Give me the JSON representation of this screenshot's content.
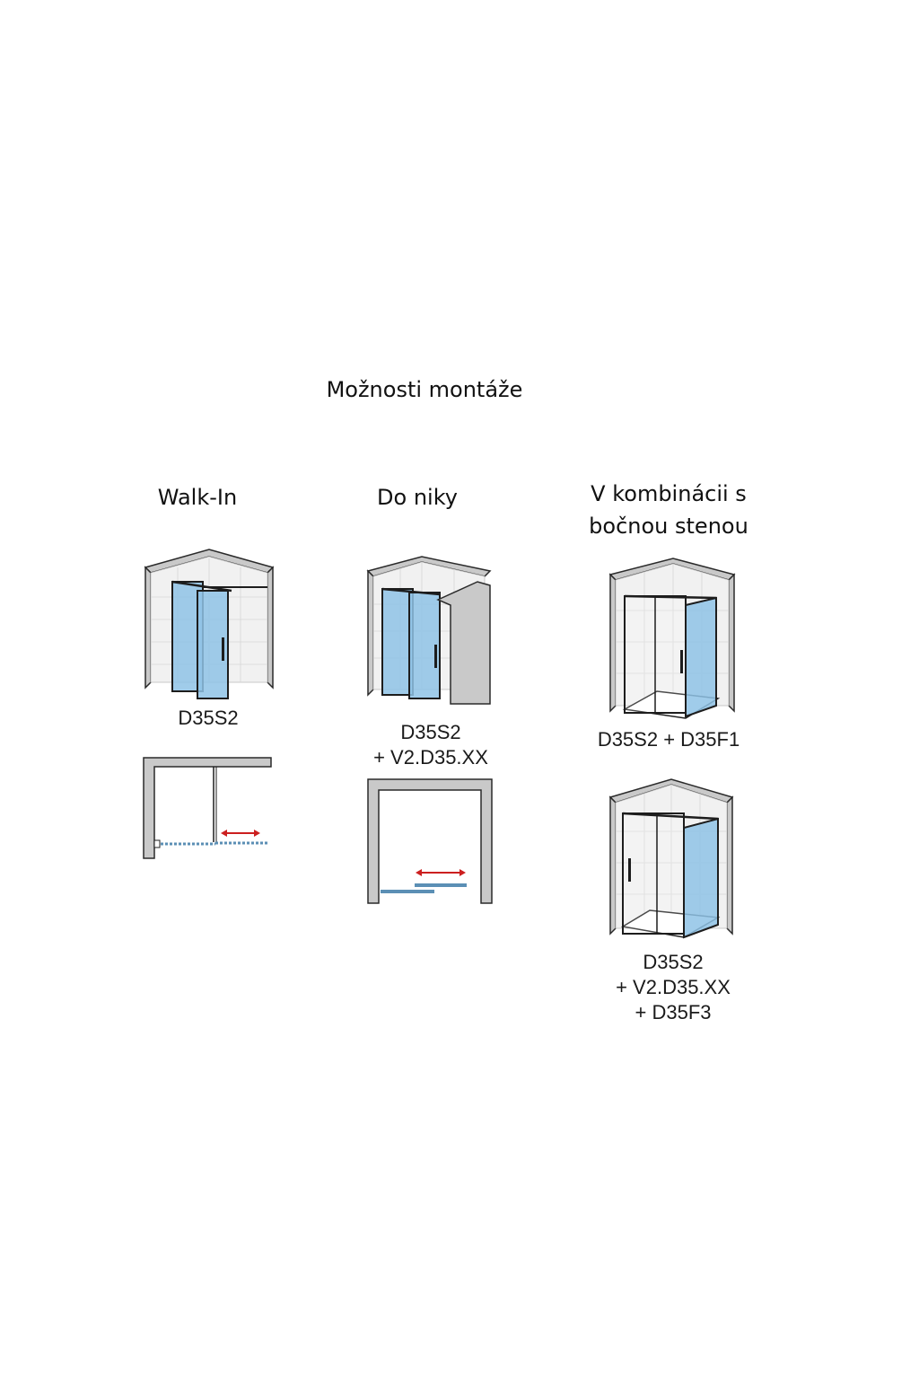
{
  "title": "Možnosti montáže",
  "columns": [
    {
      "heading": "Walk-In",
      "codes": [
        "D35S2"
      ]
    },
    {
      "heading": "Do niky",
      "codes": [
        "D35S2",
        "+ V2.D35.XX"
      ]
    },
    {
      "heading_lines": [
        "V kombinácii s",
        "bočnou stenou"
      ],
      "variants": [
        {
          "codes": [
            "D35S2 + D35F1"
          ]
        },
        {
          "codes": [
            "D35S2",
            "+ V2.D35.XX",
            "+ D35F3"
          ]
        }
      ]
    }
  ],
  "colors": {
    "wall": "#c9c9c9",
    "wall_edge": "#2a2a2a",
    "tile": "#f1f1f1",
    "glass": "#8fc3e6",
    "frame": "#1d1d1d",
    "arrow": "#cc1f1f"
  }
}
